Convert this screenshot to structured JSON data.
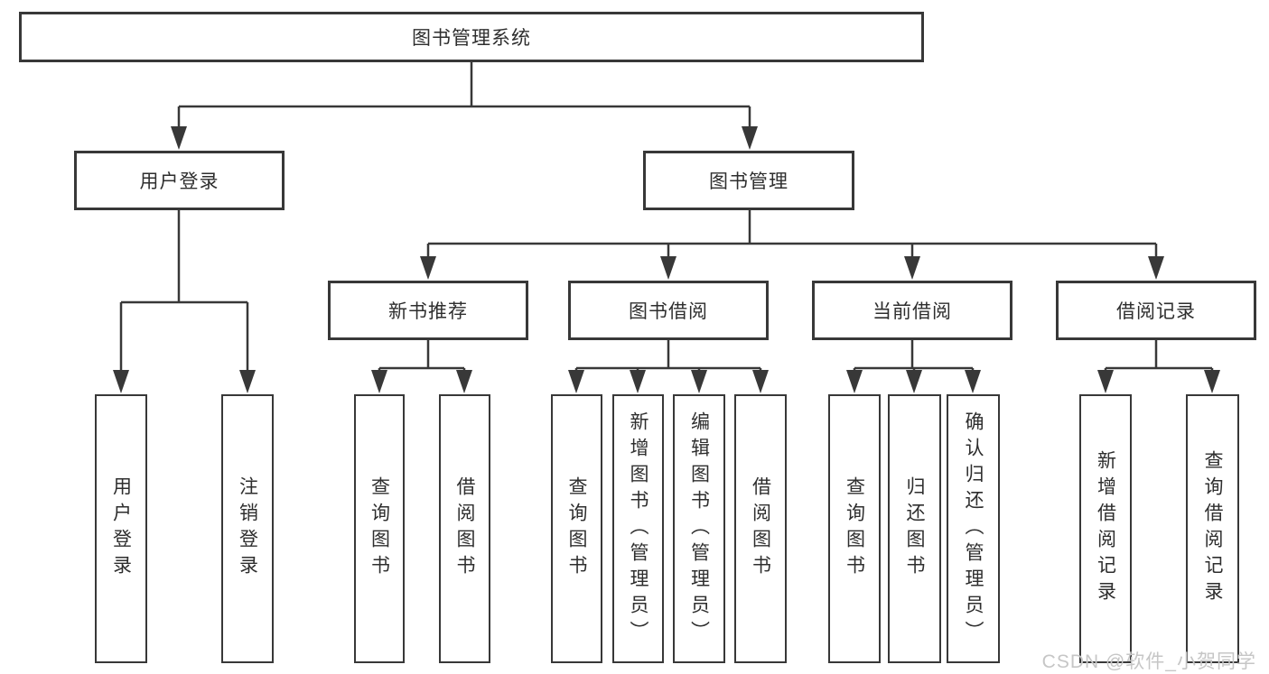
{
  "diagram": {
    "title": "图书管理系统",
    "root": {
      "label": "图书管理系统"
    },
    "level2": [
      {
        "label": "用户登录"
      },
      {
        "label": "图书管理"
      }
    ],
    "level3": [
      {
        "label": "新书推荐"
      },
      {
        "label": "图书借阅"
      },
      {
        "label": "当前借阅"
      },
      {
        "label": "借阅记录"
      }
    ],
    "leaves": {
      "user_login": [
        "用户登录",
        "注销登录"
      ],
      "new_book": [
        "查询图书",
        "借阅图书"
      ],
      "book_borrow": [
        "查询图书",
        "新增图书（管理员）",
        "编辑图书（管理员）",
        "借阅图书"
      ],
      "current_borrow": [
        "查询图书",
        "归还图书",
        "确认归还（管理员）"
      ],
      "borrow_records": [
        "新增借阅记录",
        "查询借阅记录"
      ]
    }
  },
  "watermark": {
    "text": "CSDN @软件_小贺同学"
  },
  "colors": {
    "line": "#383838",
    "box_border": "#383838",
    "box_bg": "#ffffff",
    "text": "#2e2e2e",
    "watermark": "#c6c6c6",
    "background": "#ffffff"
  }
}
